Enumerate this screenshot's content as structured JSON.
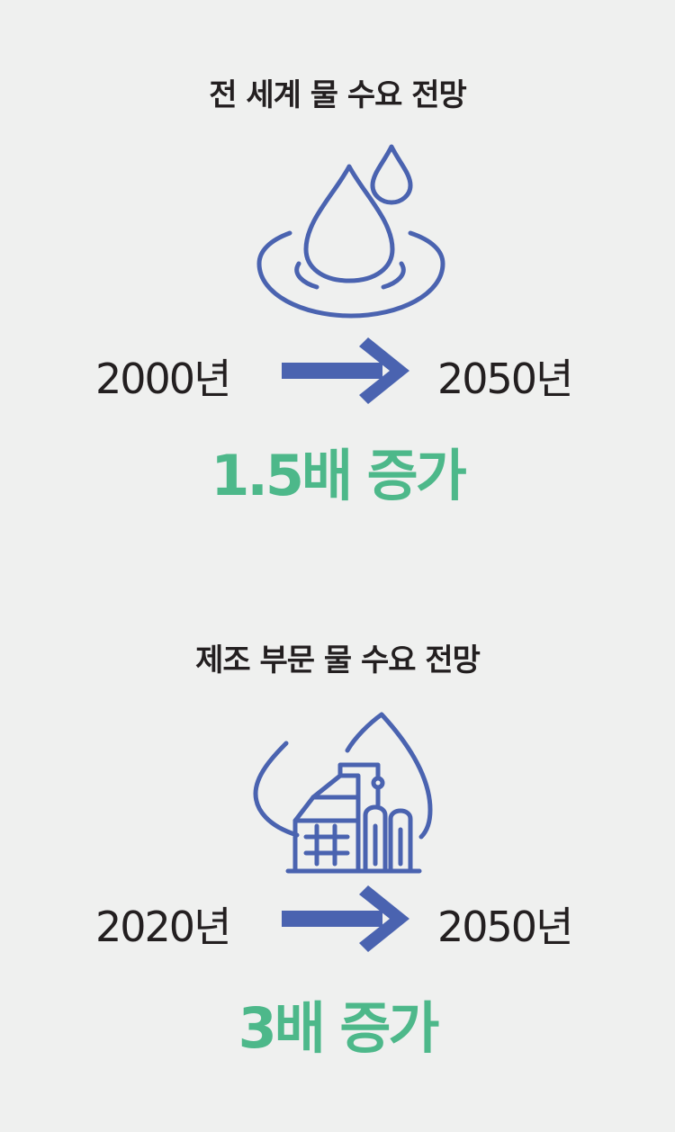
{
  "colors": {
    "accent_green": "#4db88a",
    "icon_blue": "#4a63b0",
    "text_dark": "#231f20"
  },
  "sections": [
    {
      "title": "전 세계 물 수요 전망",
      "icon": "water-drop-icon",
      "from_year": "2000년",
      "to_year": "2050년",
      "result": "1.5배 증가"
    },
    {
      "title": "제조 부문 물 수요 전망",
      "icon": "factory-water-icon",
      "from_year": "2020년",
      "to_year": "2050년",
      "result": "3배 증가"
    }
  ]
}
